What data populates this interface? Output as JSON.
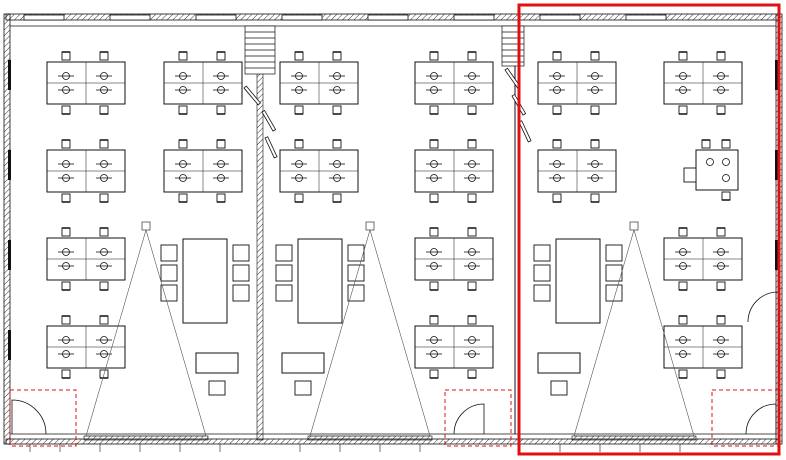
{
  "drawing": {
    "type": "architectural-floor-plan",
    "description_visible_text": "",
    "rooms": [
      {
        "id": "room-left",
        "highlighted": false,
        "layout": "desk-clusters-with-central-table"
      },
      {
        "id": "room-middle",
        "highlighted": false,
        "layout": "desk-clusters-with-central-table"
      },
      {
        "id": "room-right",
        "highlighted": true,
        "layout": "desk-clusters-with-central-table"
      }
    ],
    "highlight": {
      "color": "#e01010",
      "target": "room-right"
    },
    "markers": {
      "door_zone_color": "#e01010",
      "door_zone_style": "dashed"
    },
    "colors": {
      "line": "#111111",
      "wall_hatch": "#333333",
      "background": "#ffffff"
    }
  }
}
